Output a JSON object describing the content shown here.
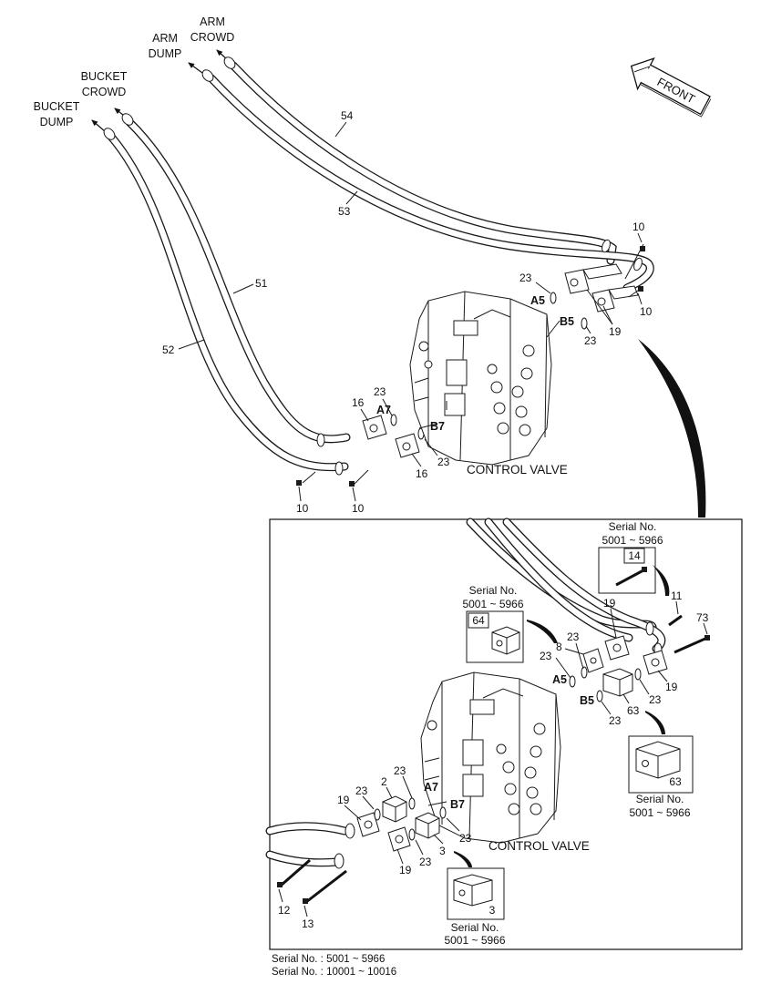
{
  "header": {
    "arm_crowd": [
      "ARM",
      "CROWD"
    ],
    "arm_dump": [
      "ARM",
      "DUMP"
    ],
    "bucket_crowd": [
      "BUCKET",
      "CROWD"
    ],
    "bucket_dump": [
      "BUCKET",
      "DUMP"
    ],
    "front": "FRONT"
  },
  "top_diagram": {
    "control_valve": "CONTROL VALVE",
    "ports": [
      "A5",
      "B5",
      "A7",
      "B7"
    ],
    "callouts": [
      "54",
      "53",
      "51",
      "52",
      "10",
      "23",
      "19",
      "16"
    ]
  },
  "detail": {
    "control_valve": "CONTROL VALVE",
    "ports": [
      "A5",
      "B5",
      "A7",
      "B7"
    ],
    "callouts": [
      "14",
      "11",
      "73",
      "19",
      "23",
      "8",
      "64",
      "63",
      "2",
      "3",
      "12",
      "13"
    ],
    "serial_label": "Serial No.",
    "serial_range": "5001 ~ 5966"
  },
  "footer": {
    "line1": "Serial No. : 5001 ~ 5966",
    "line2": "Serial No. : 10001 ~ 10016"
  },
  "colors": {
    "line": "#1a1a1a",
    "background": "#ffffff"
  }
}
